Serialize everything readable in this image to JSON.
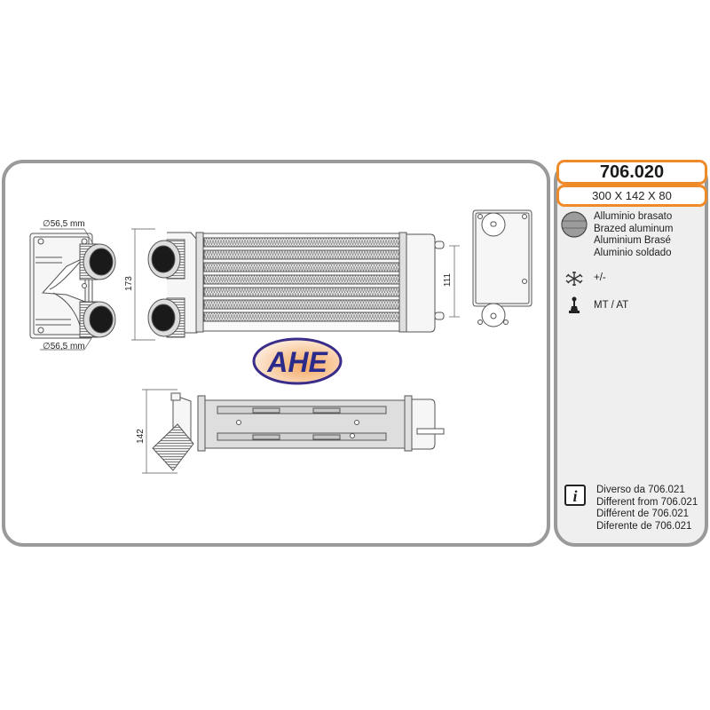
{
  "product": {
    "code": "706.020",
    "dimensions": "300 X 142 X 80"
  },
  "features": [
    {
      "icon": "brazed-aluminum-core-icon",
      "lines": [
        "Alluminio brasato",
        "Brazed aluminum",
        "Aluminium Brasé",
        "Aluminio soldado"
      ]
    },
    {
      "icon": "snowflake-icon",
      "lines": [
        "+/-"
      ]
    },
    {
      "icon": "gear-shift-icon",
      "lines": [
        "MT / AT"
      ]
    }
  ],
  "note": {
    "icon": "info-icon",
    "lines": [
      "Diverso da 706.021",
      "Different from 706.021",
      "Différent de 706.021",
      "Diferente de 706.021"
    ]
  },
  "drawing": {
    "pipe_diameter_top": "∅56,5 mm",
    "pipe_diameter_bottom": "∅56,5 mm",
    "height_front": "173",
    "height_right": "111",
    "height_bottom_view": "142",
    "brand_logo": "AHE"
  },
  "colors": {
    "accent_orange": "#ef8a2a",
    "panel_border": "#9a9a9a",
    "logo_navy": "#2a2a8a",
    "logo_orange": "#f0a050"
  }
}
